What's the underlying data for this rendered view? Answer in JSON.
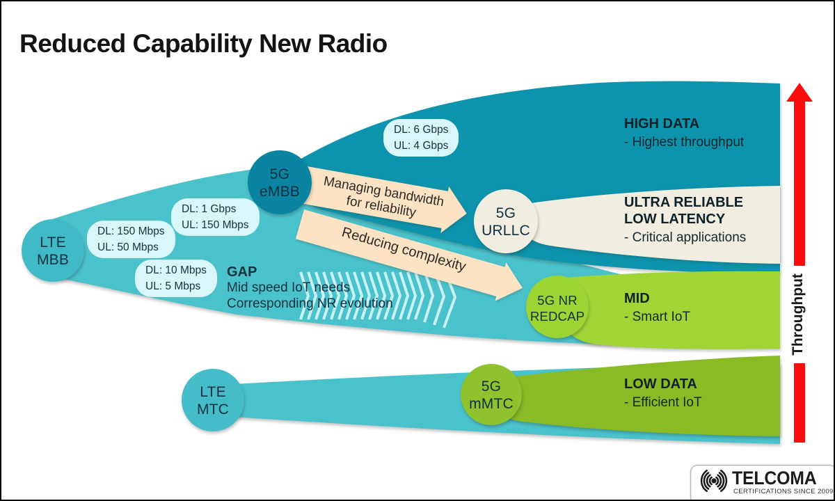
{
  "title": "Reduced Capability New Radio",
  "colors": {
    "teal_light": "#4ac2cc",
    "teal_dark": "#0d93ab",
    "cream": "#f1ede1",
    "peach_arrow": "#fbe3c4",
    "lime": "#9fd636",
    "olive": "#88bb24",
    "pill_bg": "#d9f6f8",
    "red": "#fb0d0d"
  },
  "nodes": {
    "lte_mbb": {
      "line1": "LTE",
      "line2": "MBB"
    },
    "embb": {
      "line1": "5G",
      "line2": "eMBB"
    },
    "urllc": {
      "line1": "5G",
      "line2": "URLLC"
    },
    "redcap": {
      "line1": "5G NR",
      "line2": "REDCAP"
    },
    "lte_mtc": {
      "line1": "LTE",
      "line2": "MTC"
    },
    "mmtc": {
      "line1": "5G",
      "line2": "mMTC"
    }
  },
  "pills": {
    "mbb": {
      "line1": "DL: 150 Mbps",
      "line2": "UL: 50 Mbps"
    },
    "gbps1": {
      "line1": "DL: 1 Gbps",
      "line2": "UL: 150 Mbps"
    },
    "mbps10": {
      "line1": "DL: 10 Mbps",
      "line2": "UL: 5 Mbps"
    },
    "gbps6": {
      "line1": "DL: 6 Gbps",
      "line2": "UL: 4 Gbps"
    }
  },
  "arrows": {
    "managing": {
      "line1": "Managing bandwidth",
      "line2": "for reliability"
    },
    "reducing": {
      "line1": "Reducing complexity"
    }
  },
  "gap": {
    "title": "GAP",
    "line1": "Mid speed IoT needs",
    "line2": "Corresponding NR evolution"
  },
  "bands": {
    "high": {
      "title": "HIGH DATA",
      "subtitle": "- Highest throughput"
    },
    "urllc": {
      "title1": "ULTRA RELIABLE",
      "title2": "LOW LATENCY",
      "subtitle": "- Critical applications"
    },
    "mid": {
      "title": "MID",
      "subtitle": "- Smart IoT"
    },
    "low": {
      "title": "LOW DATA",
      "subtitle": "- Efficient IoT"
    }
  },
  "axis": {
    "label": "Throughput"
  },
  "logo": {
    "name": "TELCOMA",
    "tagline": "CERTIFICATIONS SINCE 2009"
  }
}
